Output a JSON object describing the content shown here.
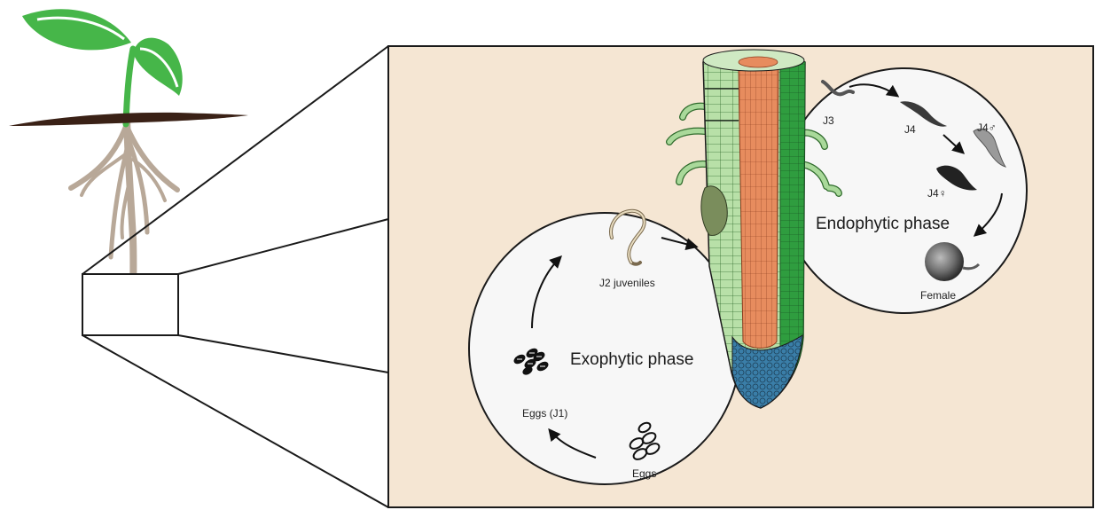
{
  "exophytic": {
    "title": "Exophytic phase",
    "eggs_label": "Eggs",
    "eggs_j1_label": "Eggs (J1)",
    "j2_label": "J2 juveniles"
  },
  "endophytic": {
    "title": "Endophytic phase",
    "j3_label": "J3",
    "j4_label": "J4",
    "j4_male_label": "J4♂",
    "j4_female_label": "J4♀",
    "female_label": "Female"
  },
  "colors": {
    "panel_bg": "#f5e6d3",
    "leaf_green": "#46b649",
    "soil": "#3a2116",
    "root_tan": "#b8a898",
    "root_cortex": "#b5dfa7",
    "root_stele": "#e58a5c",
    "root_epidermis": "#2e9e40",
    "root_cap": "#3c7fa3"
  }
}
